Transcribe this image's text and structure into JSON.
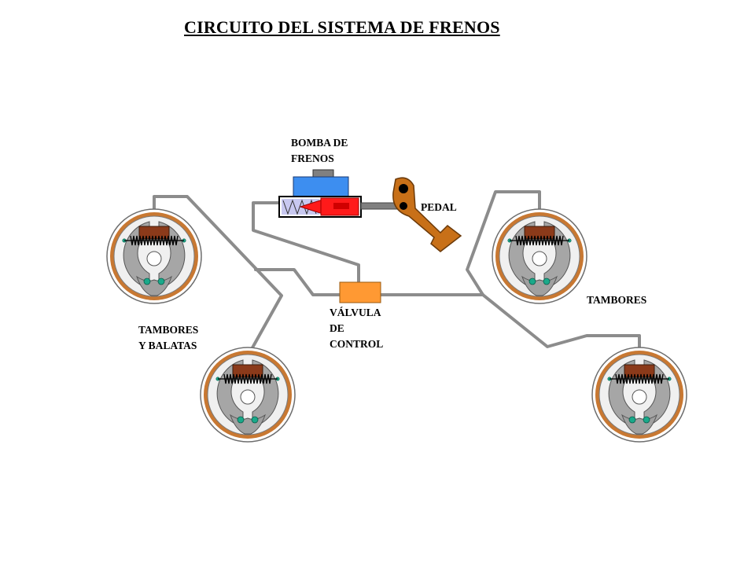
{
  "title": "CIRCUITO DEL SISTEMA DE FRENOS",
  "labels": {
    "master_cylinder": [
      "BOMBA DE",
      "FRENOS"
    ],
    "pedal": "PEDAL",
    "valve": [
      "VÁLVULA",
      "DE",
      "CONTROL"
    ],
    "drums_right": "TAMBORES",
    "drums_left": [
      "TAMBORES",
      "Y BALATAS"
    ]
  },
  "colors": {
    "line": "#8c8c8c",
    "drum_ring": "#c87832",
    "shoe": "#a6a6a6",
    "wheel_cylinder": "#8b3a1a",
    "reservoir": "#3d8ef0",
    "piston": "#ff1a1a",
    "spring_bg": "#c8c8f0",
    "pedal": "#c87018",
    "valve": "#ff9933",
    "pin": "#1aa98a"
  }
}
